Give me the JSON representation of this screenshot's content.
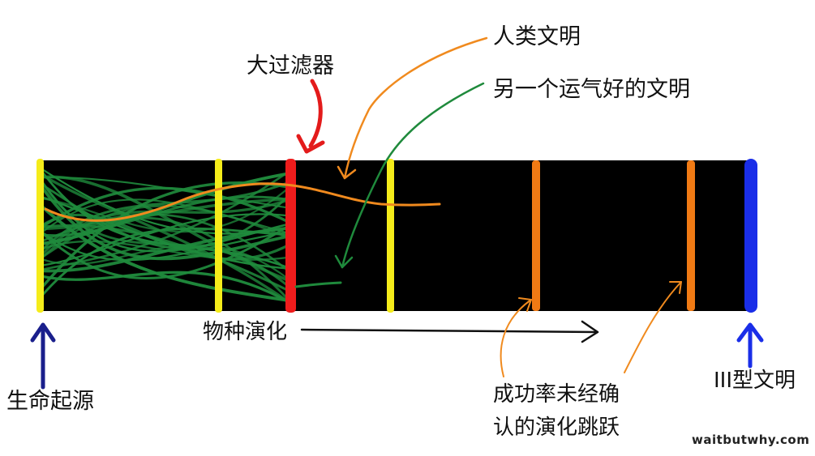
{
  "labels": {
    "great_filter": "大过滤器",
    "human_civ": "人类文明",
    "lucky_civ": "另一个运气好的文明",
    "species_evolution": "物种演化",
    "origin_of_life": "生命起源",
    "unconfirmed_line1": "成功率未经确",
    "unconfirmed_line2": "认的演化跳跃",
    "type3_civ": "III型文明"
  },
  "credit": "waitbutwhy.com",
  "colors": {
    "bar": "#000000",
    "strand": "#1f8a3c",
    "human_line": "#f08a1e",
    "lucky_line": "#1f8a3c",
    "yellow_marker": "#f5ec1a",
    "filter_marker": "#ef1c1c",
    "orange_marker": "#f07a14",
    "end_marker": "#1a2ee8",
    "origin_arrow": "#1a1f8c",
    "filter_arrow": "#e31b1b"
  }
}
